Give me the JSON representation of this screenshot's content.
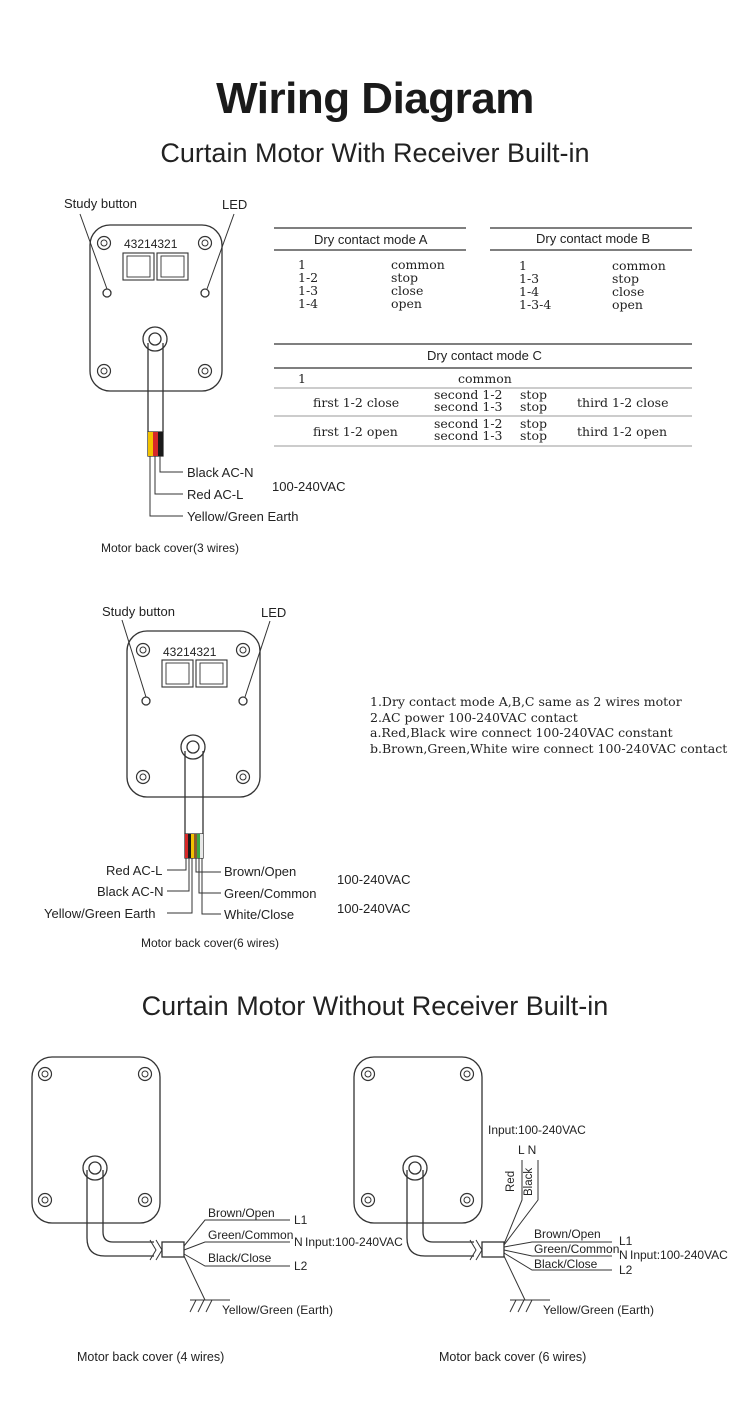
{
  "title": "Wiring Diagram",
  "section1": {
    "subtitle": "Curtain Motor With Receiver Built-in",
    "cover3": {
      "study_button": "Study button",
      "led": "LED",
      "ports": "43214321",
      "wires": [
        "Black   AC-N",
        "Red    AC-L",
        "Yellow/Green    Earth"
      ],
      "voltage": "100-240VAC",
      "caption": "Motor back cover(3 wires)"
    },
    "mode_a": {
      "header": "Dry contact mode A",
      "rows": [
        [
          "1",
          "common"
        ],
        [
          "1-2",
          "stop"
        ],
        [
          "1-3",
          "close"
        ],
        [
          "1-4",
          "open"
        ]
      ]
    },
    "mode_b": {
      "header": "Dry contact mode B",
      "rows": [
        [
          "1",
          "common"
        ],
        [
          "1-3",
          "stop"
        ],
        [
          "1-4",
          "close"
        ],
        [
          "1-3-4",
          "open"
        ]
      ]
    },
    "mode_c": {
      "header": "Dry contact mode C",
      "row0": [
        "1",
        "common"
      ],
      "row1": {
        "first": "first 1-2   close",
        "second": [
          "second  1-2",
          "second  1-3"
        ],
        "stops": [
          "stop",
          "stop"
        ],
        "third": "third 1-2     close"
      },
      "row2": {
        "first": "first 1-2   open",
        "second": [
          "second  1-2",
          "second  1-3"
        ],
        "stops": [
          "stop",
          "stop"
        ],
        "third": "third 1-2     open"
      }
    },
    "cover6": {
      "study_button": "Study button",
      "led": "LED",
      "ports": "43214321",
      "left_wires": [
        "Red  AC-L",
        "Black  AC-N",
        "Yellow/Green  Earth"
      ],
      "right_wires": [
        "Brown/Open",
        "Green/Common",
        "White/Close"
      ],
      "voltages": [
        "100-240VAC",
        "100-240VAC"
      ],
      "caption": "Motor back cover(6 wires)"
    },
    "notes": [
      "1.Dry contact mode A,B,C same as 2 wires motor",
      "2.AC power 100-240VAC contact",
      "a.Red,Black wire connect 100-240VAC constant",
      "b.Brown,Green,White wire connect 100-240VAC contact"
    ]
  },
  "section2": {
    "subtitle": "Curtain Motor Without Receiver Built-in",
    "cover4": {
      "wires": [
        "Brown/Open",
        "Green/Common",
        "Black/Close"
      ],
      "terminals": [
        "L1",
        "N",
        "L2"
      ],
      "input": "Input:100-240VAC",
      "earth": "Yellow/Green  (Earth)",
      "caption": "Motor back cover (4 wires)"
    },
    "cover6b": {
      "top_input": "Input:100-240VAC",
      "ln": "L  N",
      "red": "Red",
      "black": "Black",
      "wires": [
        "Brown/Open",
        "Green/Common",
        "Black/Close"
      ],
      "terminals": [
        "L1",
        "N",
        "L2"
      ],
      "input": "Input:100-240VAC",
      "earth": "Yellow/Green  (Earth)",
      "caption": "Motor back cover (6 wires)"
    }
  },
  "colors": {
    "red": "#d62828",
    "yellow": "#f2c200",
    "green": "#3aa845",
    "line": "#333333"
  }
}
